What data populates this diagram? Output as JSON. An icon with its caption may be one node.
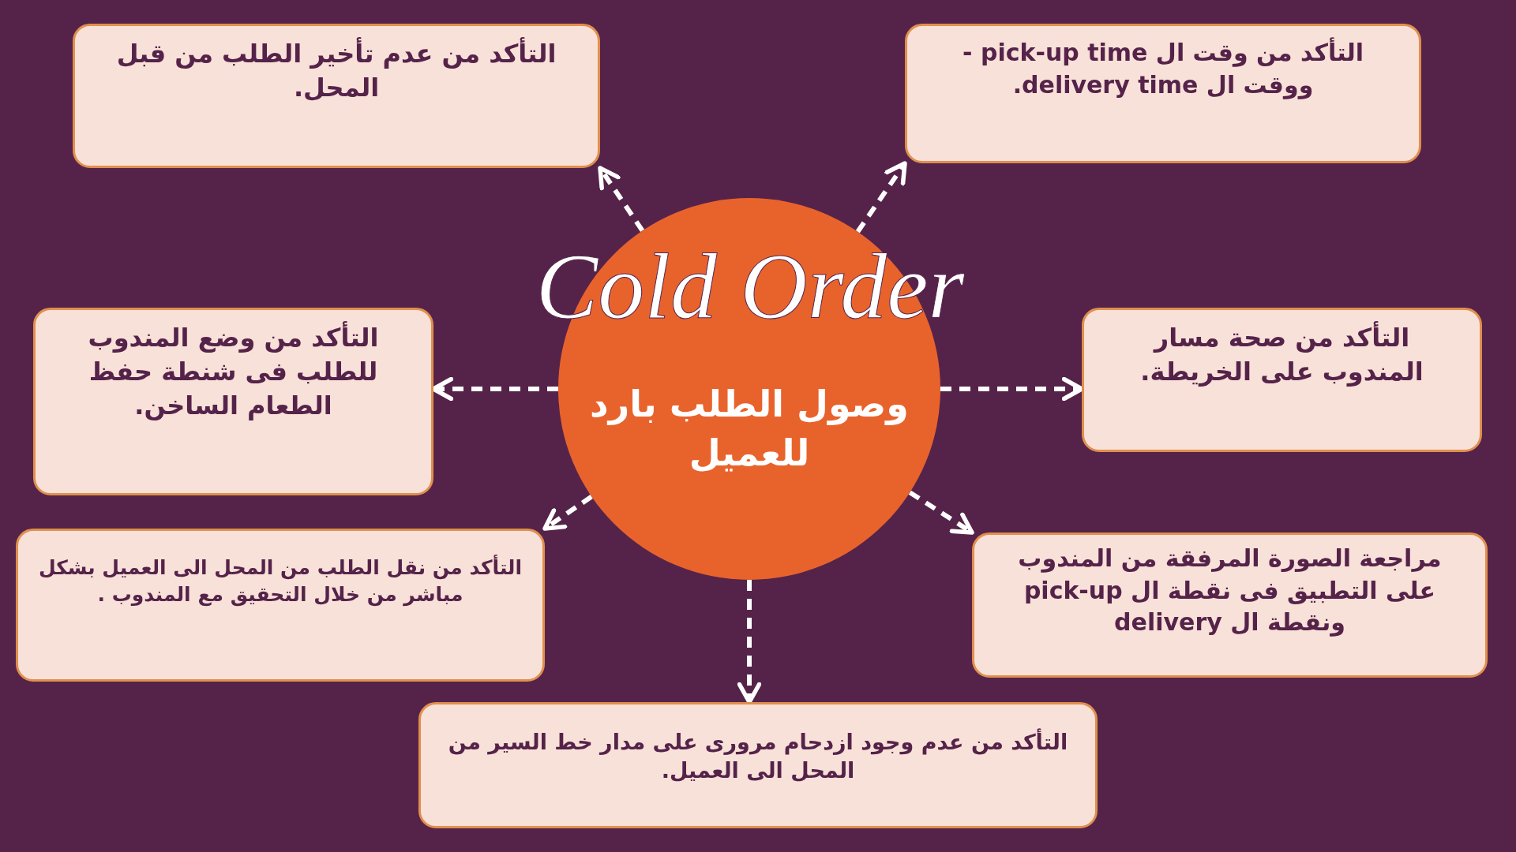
{
  "diagram": {
    "title": "Cold Order",
    "nodes": [
      {
        "text": [
          "وصول الطلب بارد للعميل"
        ]
      },
      {
        "text": [
          "التأكد من عدم تأخير الطلب من قبل المحل."
        ]
      },
      {
        "text": [
          "التأكد من وقت ال pick-up time - ووقت ال delivery time."
        ]
      },
      {
        "text": [
          "التأكد من وضع المندوب للطلب فى شنطة حفظ الطعام الساخن."
        ]
      },
      {
        "text": [
          "التأكد من صحة مسار المندوب على الخريطة."
        ]
      },
      {
        "text": [
          "التأكد من نقل الطلب من المحل  الى العميل بشكل مباشر من خلال التحقيق مع المندوب ."
        ]
      },
      {
        "text": [
          "مراجعة الصورة المرفقة من المندوب على التطبيق فى نقطة ال pick-up ونقطة ال delivery"
        ]
      },
      {
        "text": [
          "التأكد من عدم وجود ازدحام مرورى على مدار خط السير من المحل الى العميل."
        ]
      }
    ],
    "edges": [
      {
        "from": 0,
        "to": 1,
        "arrow": "to",
        "style": "dashed"
      },
      {
        "from": 0,
        "to": 2,
        "arrow": "to",
        "style": "dashed"
      },
      {
        "from": 0,
        "to": 3,
        "arrow": "to",
        "style": "dashed"
      },
      {
        "from": 0,
        "to": 4,
        "arrow": "to",
        "style": "dashed"
      },
      {
        "from": 0,
        "to": 5,
        "arrow": "to",
        "style": "dashed"
      },
      {
        "from": 0,
        "to": 6,
        "arrow": "to",
        "style": "dashed"
      },
      {
        "from": 0,
        "to": 7,
        "arrow": "to",
        "style": "dashed"
      }
    ]
  }
}
